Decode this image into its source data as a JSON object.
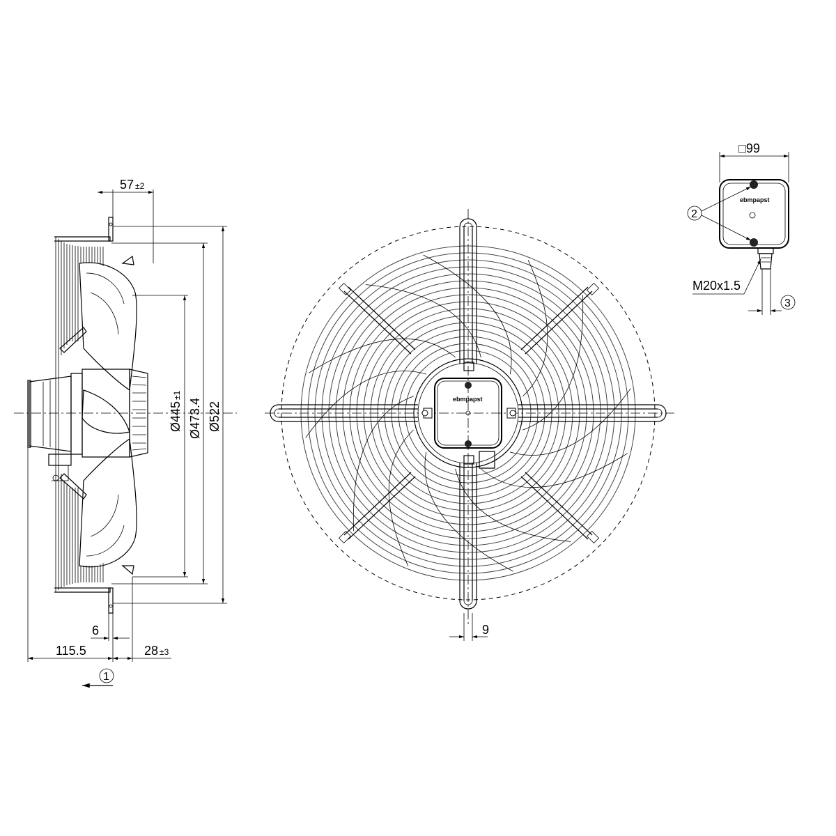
{
  "dimensions": {
    "side_depth_top": "57",
    "side_depth_top_tol": "±2",
    "dia_445": "Ø445",
    "dia_445_tol": "±1",
    "dia_473": "Ø473.4",
    "dia_522": "Ø522",
    "side_6": "6",
    "side_115": "115.5",
    "side_28": "28",
    "side_28_tol": "±3",
    "front_9": "9",
    "box_square": "□99",
    "cable_gland": "M20x1.5"
  },
  "callouts": {
    "c1": "1",
    "c2": "2",
    "c3": "3"
  },
  "brand": {
    "logo_text": "ebmpapst"
  }
}
